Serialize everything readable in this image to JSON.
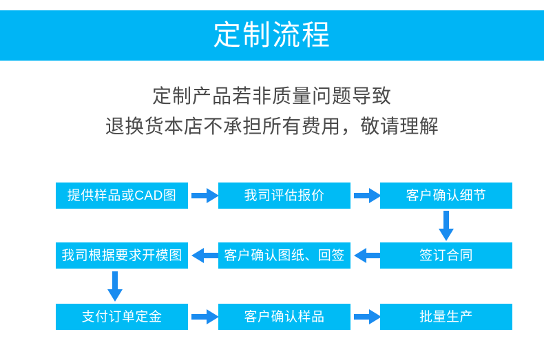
{
  "banner": {
    "title": "定制流程",
    "bg_color": "#00b5f5",
    "text_color": "#ffffff"
  },
  "notice": {
    "line1": "定制产品若非质量问题导致",
    "line2": "退换货本店不承担所有费用，敬请理解",
    "text_color": "#4a4a4a"
  },
  "flow": {
    "box_color": "#00bbf5",
    "arrow_color": "#1a8cf0",
    "box_text_color": "#ffffff",
    "steps": [
      {
        "id": "step-1",
        "label": "提供样品或CAD图"
      },
      {
        "id": "step-2",
        "label": "我司评估报价"
      },
      {
        "id": "step-3",
        "label": "客户确认细节"
      },
      {
        "id": "step-4",
        "label": "签订合同"
      },
      {
        "id": "step-5",
        "label": "客户确认图纸、回签"
      },
      {
        "id": "step-6",
        "label": "我司根据要求开模图"
      },
      {
        "id": "step-7",
        "label": "支付订单定金"
      },
      {
        "id": "step-8",
        "label": "客户确认样品"
      },
      {
        "id": "step-9",
        "label": "批量生产"
      }
    ],
    "connectors": [
      {
        "id": "arrow-1",
        "direction": "right",
        "from": "step-1",
        "to": "step-2"
      },
      {
        "id": "arrow-2",
        "direction": "right",
        "from": "step-2",
        "to": "step-3"
      },
      {
        "id": "arrow-3",
        "direction": "down",
        "from": "step-3",
        "to": "step-4"
      },
      {
        "id": "arrow-4",
        "direction": "left",
        "from": "step-4",
        "to": "step-5"
      },
      {
        "id": "arrow-5",
        "direction": "left",
        "from": "step-5",
        "to": "step-6"
      },
      {
        "id": "arrow-6",
        "direction": "down",
        "from": "step-6",
        "to": "step-7"
      },
      {
        "id": "arrow-7",
        "direction": "right",
        "from": "step-7",
        "to": "step-8"
      },
      {
        "id": "arrow-8",
        "direction": "right",
        "from": "step-8",
        "to": "step-9"
      }
    ]
  }
}
